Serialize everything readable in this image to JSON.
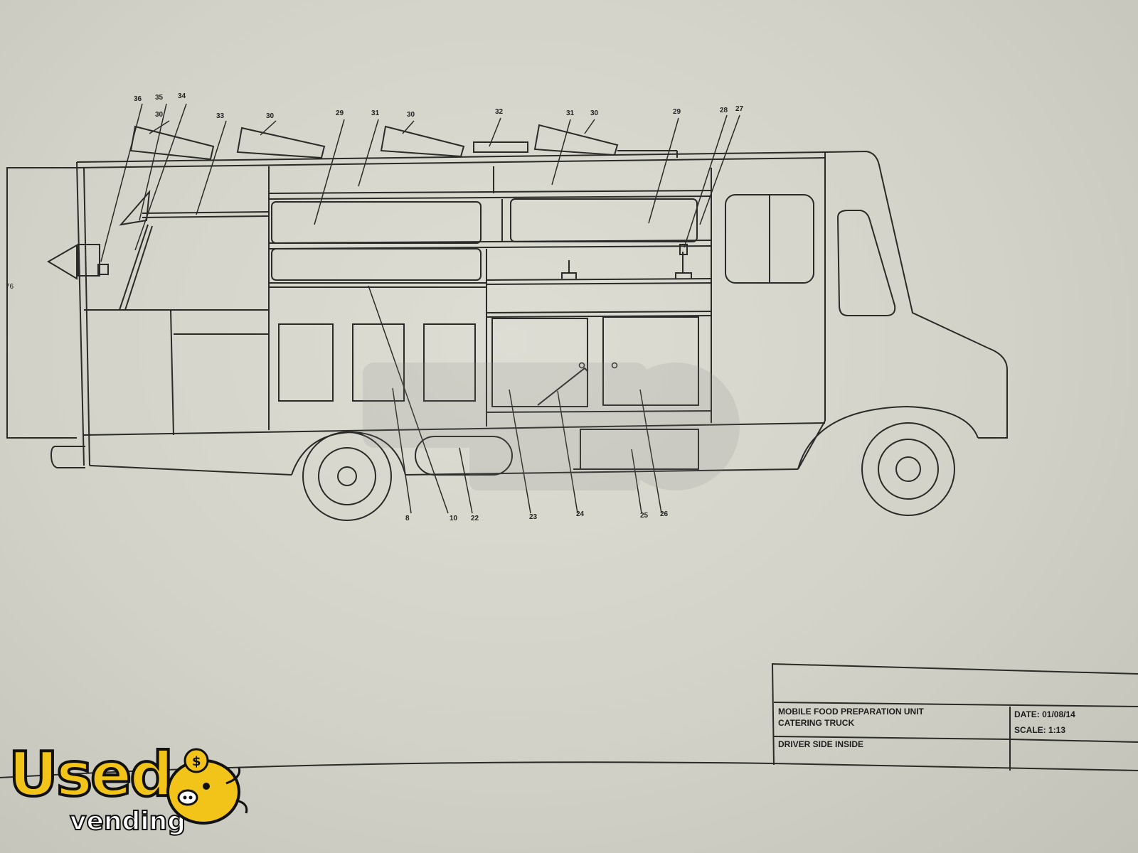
{
  "drawing": {
    "callouts": [
      "36",
      "35",
      "34",
      "30",
      "33",
      "30",
      "29",
      "31",
      "30",
      "32",
      "31",
      "30",
      "29",
      "28",
      "27",
      "8",
      "10",
      "22",
      "23",
      "24",
      "25",
      "26"
    ],
    "dimension_label": "76"
  },
  "title_block": {
    "title_line1": "MOBILE FOOD PREPARATION UNIT",
    "title_line2": "CATERING TRUCK",
    "view_label": "DRIVER SIDE INSIDE",
    "date": "DATE: 01/08/14",
    "scale": "SCALE: 1:13"
  },
  "logo": {
    "text_main": "Used",
    "text_sub": "vending",
    "brand_color": "#f2c318",
    "icon": "piggy-bank-icon"
  },
  "colors": {
    "paper": "#d6d6cc",
    "ink": "#2a2a28"
  }
}
